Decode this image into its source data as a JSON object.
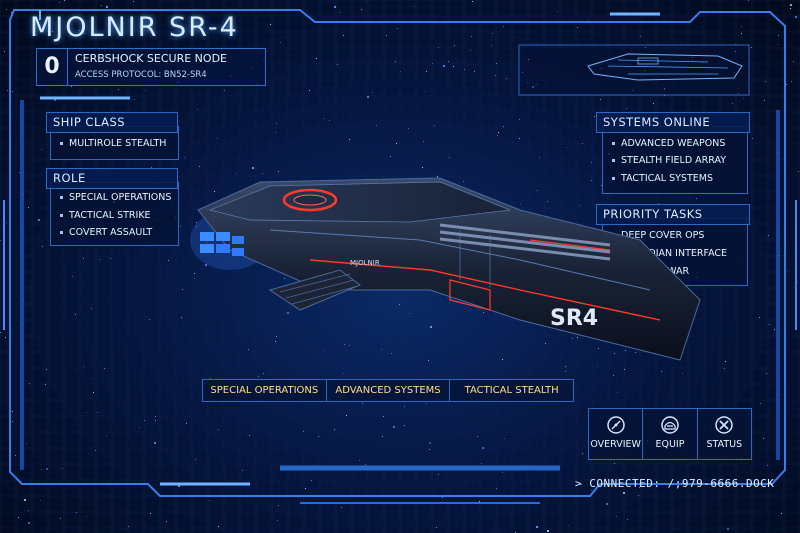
{
  "header": {
    "title": "MJOLNIR SR-4",
    "node_number": "0",
    "node_name": "CERBSHOCK SECURE NODE",
    "access_protocol": "ACCESS PROTOCOL:  BN52-SR4"
  },
  "ship_class": {
    "heading": "SHIP CLASS",
    "items": [
      "MULTIROLE STEALTH"
    ]
  },
  "role": {
    "heading": "ROLE",
    "items": [
      "SPECIAL OPERATIONS",
      "TACTICAL STRIKE",
      "COVERT ASSAULT"
    ]
  },
  "systems_online": {
    "heading": "SYSTEMS ONLINE",
    "items": [
      "ADVANCED WEAPONS",
      "STEALTH FIELD ARRAY",
      "TACTICAL SYSTEMS"
    ]
  },
  "priority_tasks": {
    "heading": "PRIORITY TASKS",
    "items": [
      "DEEP COVER OPS",
      "GUARDIAN INTERFACE",
      "ZONE OF WAR"
    ]
  },
  "ship": {
    "hull_text": "SR4",
    "plate_text": "MJOLNIR"
  },
  "tabs": [
    "SPECIAL OPERATIONS",
    "ADVANCED SYSTEMS",
    "TACTICAL STEALTH"
  ],
  "nav": [
    {
      "label": "OVERVIEW",
      "icon": "compass-icon"
    },
    {
      "label": "EQUIP",
      "icon": "helmet-icon"
    },
    {
      "label": "STATUS",
      "icon": "crossed-tools-icon"
    }
  ],
  "status": {
    "connection": "> CONNECTED: /;979-6666.DOCK"
  },
  "colors": {
    "accent": "#2c68c4",
    "glow": "#4fa4ff",
    "tab_text": "#ffe07a",
    "hull_red": "#ff3b2a"
  }
}
